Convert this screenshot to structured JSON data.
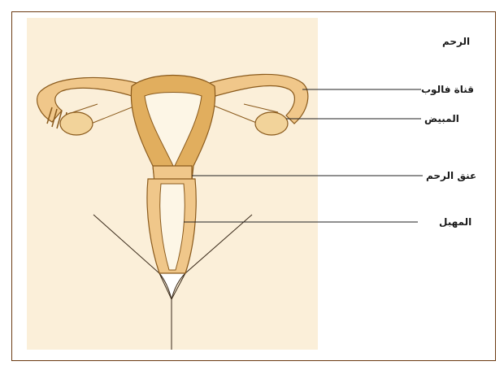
{
  "labels": {
    "uterus": "الرحم",
    "fallopian_tube": "قناة فالوب",
    "ovary": "المبيض",
    "cervix": "عنق الرحم",
    "vagina": "المهبل"
  },
  "colors": {
    "panel": "#fbefd9",
    "tissue_light": "#f0c78a",
    "tissue_dark": "#e1ae5e",
    "inner": "#fdf6e6",
    "outline": "#8a5a1c",
    "frame": "#6b3a12"
  }
}
